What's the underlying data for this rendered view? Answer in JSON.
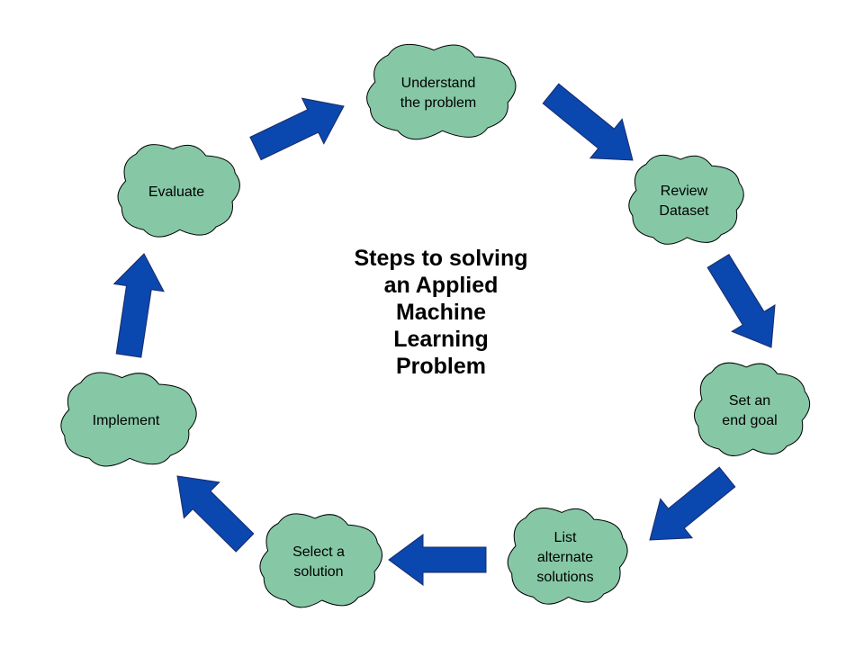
{
  "title_lines": [
    "Steps to solving",
    "an Applied",
    "Machine",
    "Learning",
    "Problem"
  ],
  "steps": [
    {
      "lines": [
        "Understand",
        "the problem"
      ]
    },
    {
      "lines": [
        "Review",
        "Dataset"
      ]
    },
    {
      "lines": [
        "Set an",
        "end goal"
      ]
    },
    {
      "lines": [
        "List",
        "alternate",
        "solutions"
      ]
    },
    {
      "lines": [
        "Select a",
        "solution"
      ]
    },
    {
      "lines": [
        "Implement"
      ]
    },
    {
      "lines": [
        "Evaluate"
      ]
    }
  ],
  "colors": {
    "cloud_fill": "#86C8A6",
    "cloud_stroke": "#000000",
    "arrow_fill": "#0A47AE",
    "arrow_stroke": "#1B2A6B"
  }
}
